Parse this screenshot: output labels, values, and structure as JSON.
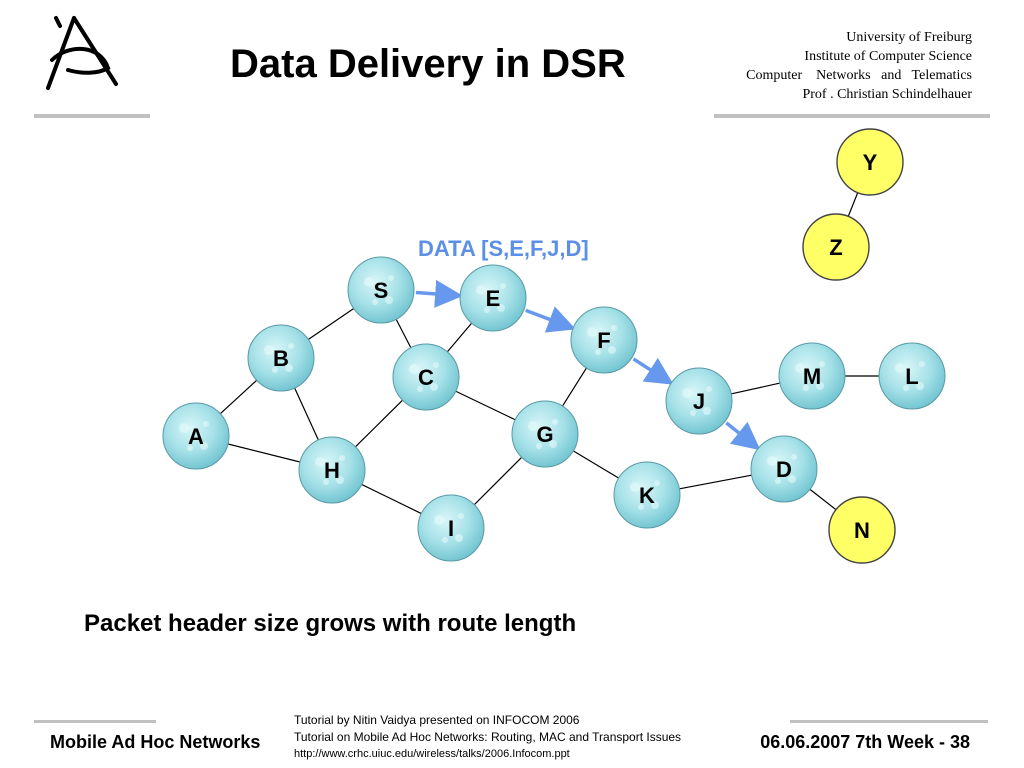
{
  "slide": {
    "title": "Data Delivery in DSR",
    "institution": [
      "University of Freiburg",
      "Institute of Computer Science",
      "Computer    Networks   and   Telematics",
      "Prof . Christian Schindelhauer"
    ]
  },
  "diagram": {
    "packet_label": "DATA [S,E,F,J,D]",
    "nodes": [
      {
        "id": "S",
        "style": "bubble"
      },
      {
        "id": "E",
        "style": "bubble"
      },
      {
        "id": "F",
        "style": "bubble"
      },
      {
        "id": "B",
        "style": "bubble"
      },
      {
        "id": "C",
        "style": "bubble"
      },
      {
        "id": "M",
        "style": "bubble"
      },
      {
        "id": "L",
        "style": "bubble"
      },
      {
        "id": "J",
        "style": "bubble"
      },
      {
        "id": "A",
        "style": "bubble"
      },
      {
        "id": "G",
        "style": "bubble"
      },
      {
        "id": "H",
        "style": "bubble"
      },
      {
        "id": "D",
        "style": "bubble"
      },
      {
        "id": "K",
        "style": "bubble"
      },
      {
        "id": "I",
        "style": "bubble"
      },
      {
        "id": "N",
        "style": "yellow"
      },
      {
        "id": "Y",
        "style": "yellow"
      },
      {
        "id": "Z",
        "style": "yellow"
      }
    ],
    "links": [
      [
        "S",
        "B"
      ],
      [
        "S",
        "C"
      ],
      [
        "E",
        "C"
      ],
      [
        "B",
        "A"
      ],
      [
        "B",
        "H"
      ],
      [
        "A",
        "H"
      ],
      [
        "C",
        "H"
      ],
      [
        "C",
        "G"
      ],
      [
        "F",
        "G"
      ],
      [
        "H",
        "I"
      ],
      [
        "G",
        "I"
      ],
      [
        "G",
        "K"
      ],
      [
        "K",
        "D"
      ],
      [
        "D",
        "N"
      ],
      [
        "J",
        "M"
      ],
      [
        "M",
        "L"
      ],
      [
        "Y",
        "Z"
      ]
    ],
    "route": [
      "S",
      "E",
      "F",
      "J",
      "D"
    ],
    "colors": {
      "bubble": "#9fdfe6",
      "yellow": "#ffff66",
      "route_arrow": "#6699ee",
      "link": "#000000"
    }
  },
  "caption": "Packet header size grows with route length",
  "footer": {
    "left": "Mobile Ad Hoc Networks",
    "references": [
      "Tutorial by Nitin Vaidya presented on INFOCOM 2006",
      "Tutorial on Mobile Ad Hoc Networks: Routing, MAC and Transport Issues",
      "http://www.crhc.uiuc.edu/wireless/talks/2006.Infocom.ppt"
    ],
    "right": "06.06.2007 7th Week - 38"
  }
}
